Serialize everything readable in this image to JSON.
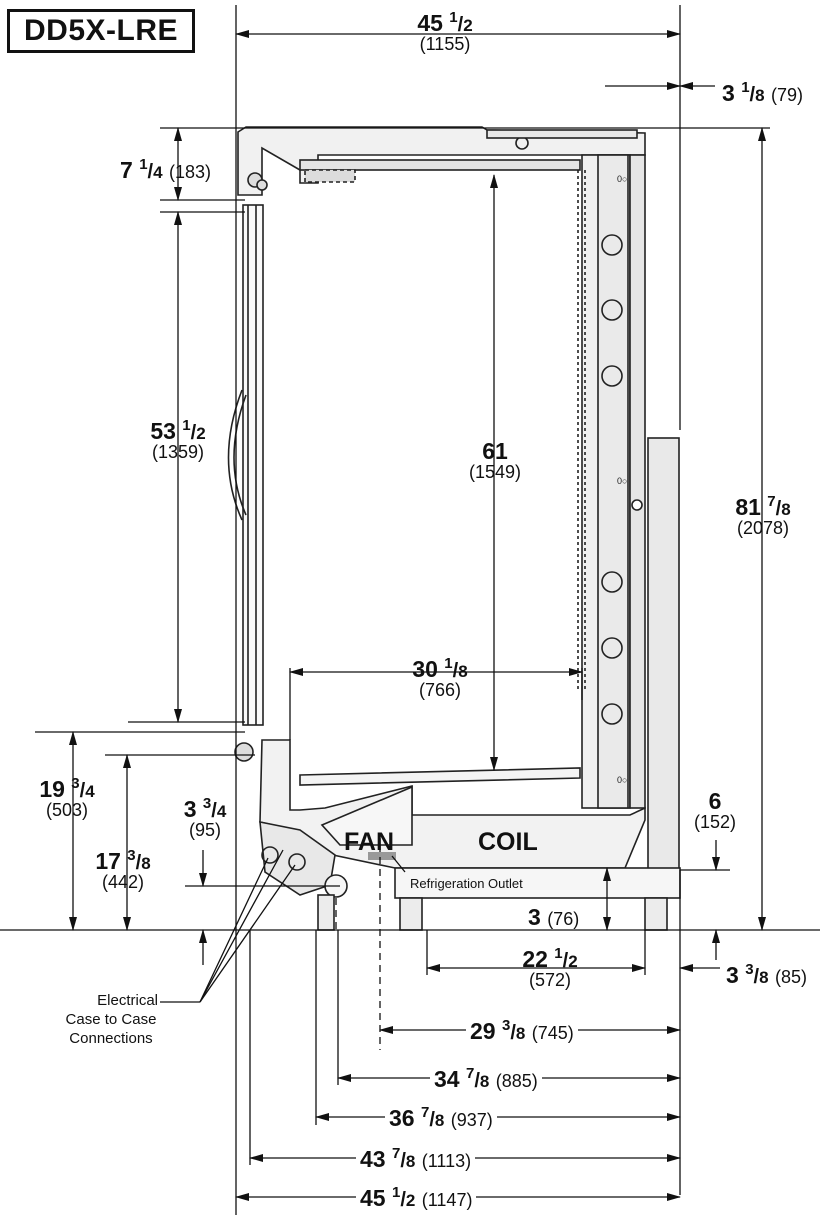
{
  "model": "DD5X-LRE",
  "labels": {
    "fan": "FAN",
    "coil": "COIL",
    "refrigeration_outlet": "Refrigeration Outlet",
    "electrical": [
      "Electrical",
      "Case to Case",
      "Connections"
    ]
  },
  "dims": {
    "top_width": {
      "whole": "45",
      "num": "1",
      "den": "2",
      "mm": "(1155)"
    },
    "top_right": {
      "whole": "3",
      "num": "1",
      "den": "8",
      "mm": "(79)"
    },
    "canopy": {
      "whole": "7",
      "num": "1",
      "den": "4",
      "mm": "(183)"
    },
    "door": {
      "whole": "53",
      "num": "1",
      "den": "2",
      "mm": "(1359)"
    },
    "interior_height": {
      "whole": "61",
      "num": "",
      "den": "",
      "mm": "(1549)"
    },
    "overall_height": {
      "whole": "81",
      "num": "7",
      "den": "8",
      "mm": "(2078)"
    },
    "interior_depth": {
      "whole": "30",
      "num": "1",
      "den": "8",
      "mm": "(766)"
    },
    "base_19": {
      "whole": "19",
      "num": "3",
      "den": "4",
      "mm": "(503)"
    },
    "base_17": {
      "whole": "17",
      "num": "3",
      "den": "8",
      "mm": "(442)"
    },
    "base_3_34": {
      "whole": "3",
      "num": "3",
      "den": "4",
      "mm": "(95)"
    },
    "rear_6": {
      "whole": "6",
      "num": "",
      "den": "",
      "mm": "(152)"
    },
    "leg_3": {
      "whole": "3",
      "num": "",
      "den": "",
      "mm": "(76)"
    },
    "leg_span": {
      "whole": "22",
      "num": "1",
      "den": "2",
      "mm": "(572)"
    },
    "rear_3_38": {
      "whole": "3",
      "num": "3",
      "den": "8",
      "mm": "(85)"
    },
    "d_29": {
      "whole": "29",
      "num": "3",
      "den": "8",
      "mm": "(745)"
    },
    "d_34": {
      "whole": "34",
      "num": "7",
      "den": "8",
      "mm": "(885)"
    },
    "d_36": {
      "whole": "36",
      "num": "7",
      "den": "8",
      "mm": "(937)"
    },
    "d_43": {
      "whole": "43",
      "num": "7",
      "den": "8",
      "mm": "(1113)"
    },
    "d_45": {
      "whole": "45",
      "num": "1",
      "den": "2",
      "mm": "(1147)"
    }
  }
}
